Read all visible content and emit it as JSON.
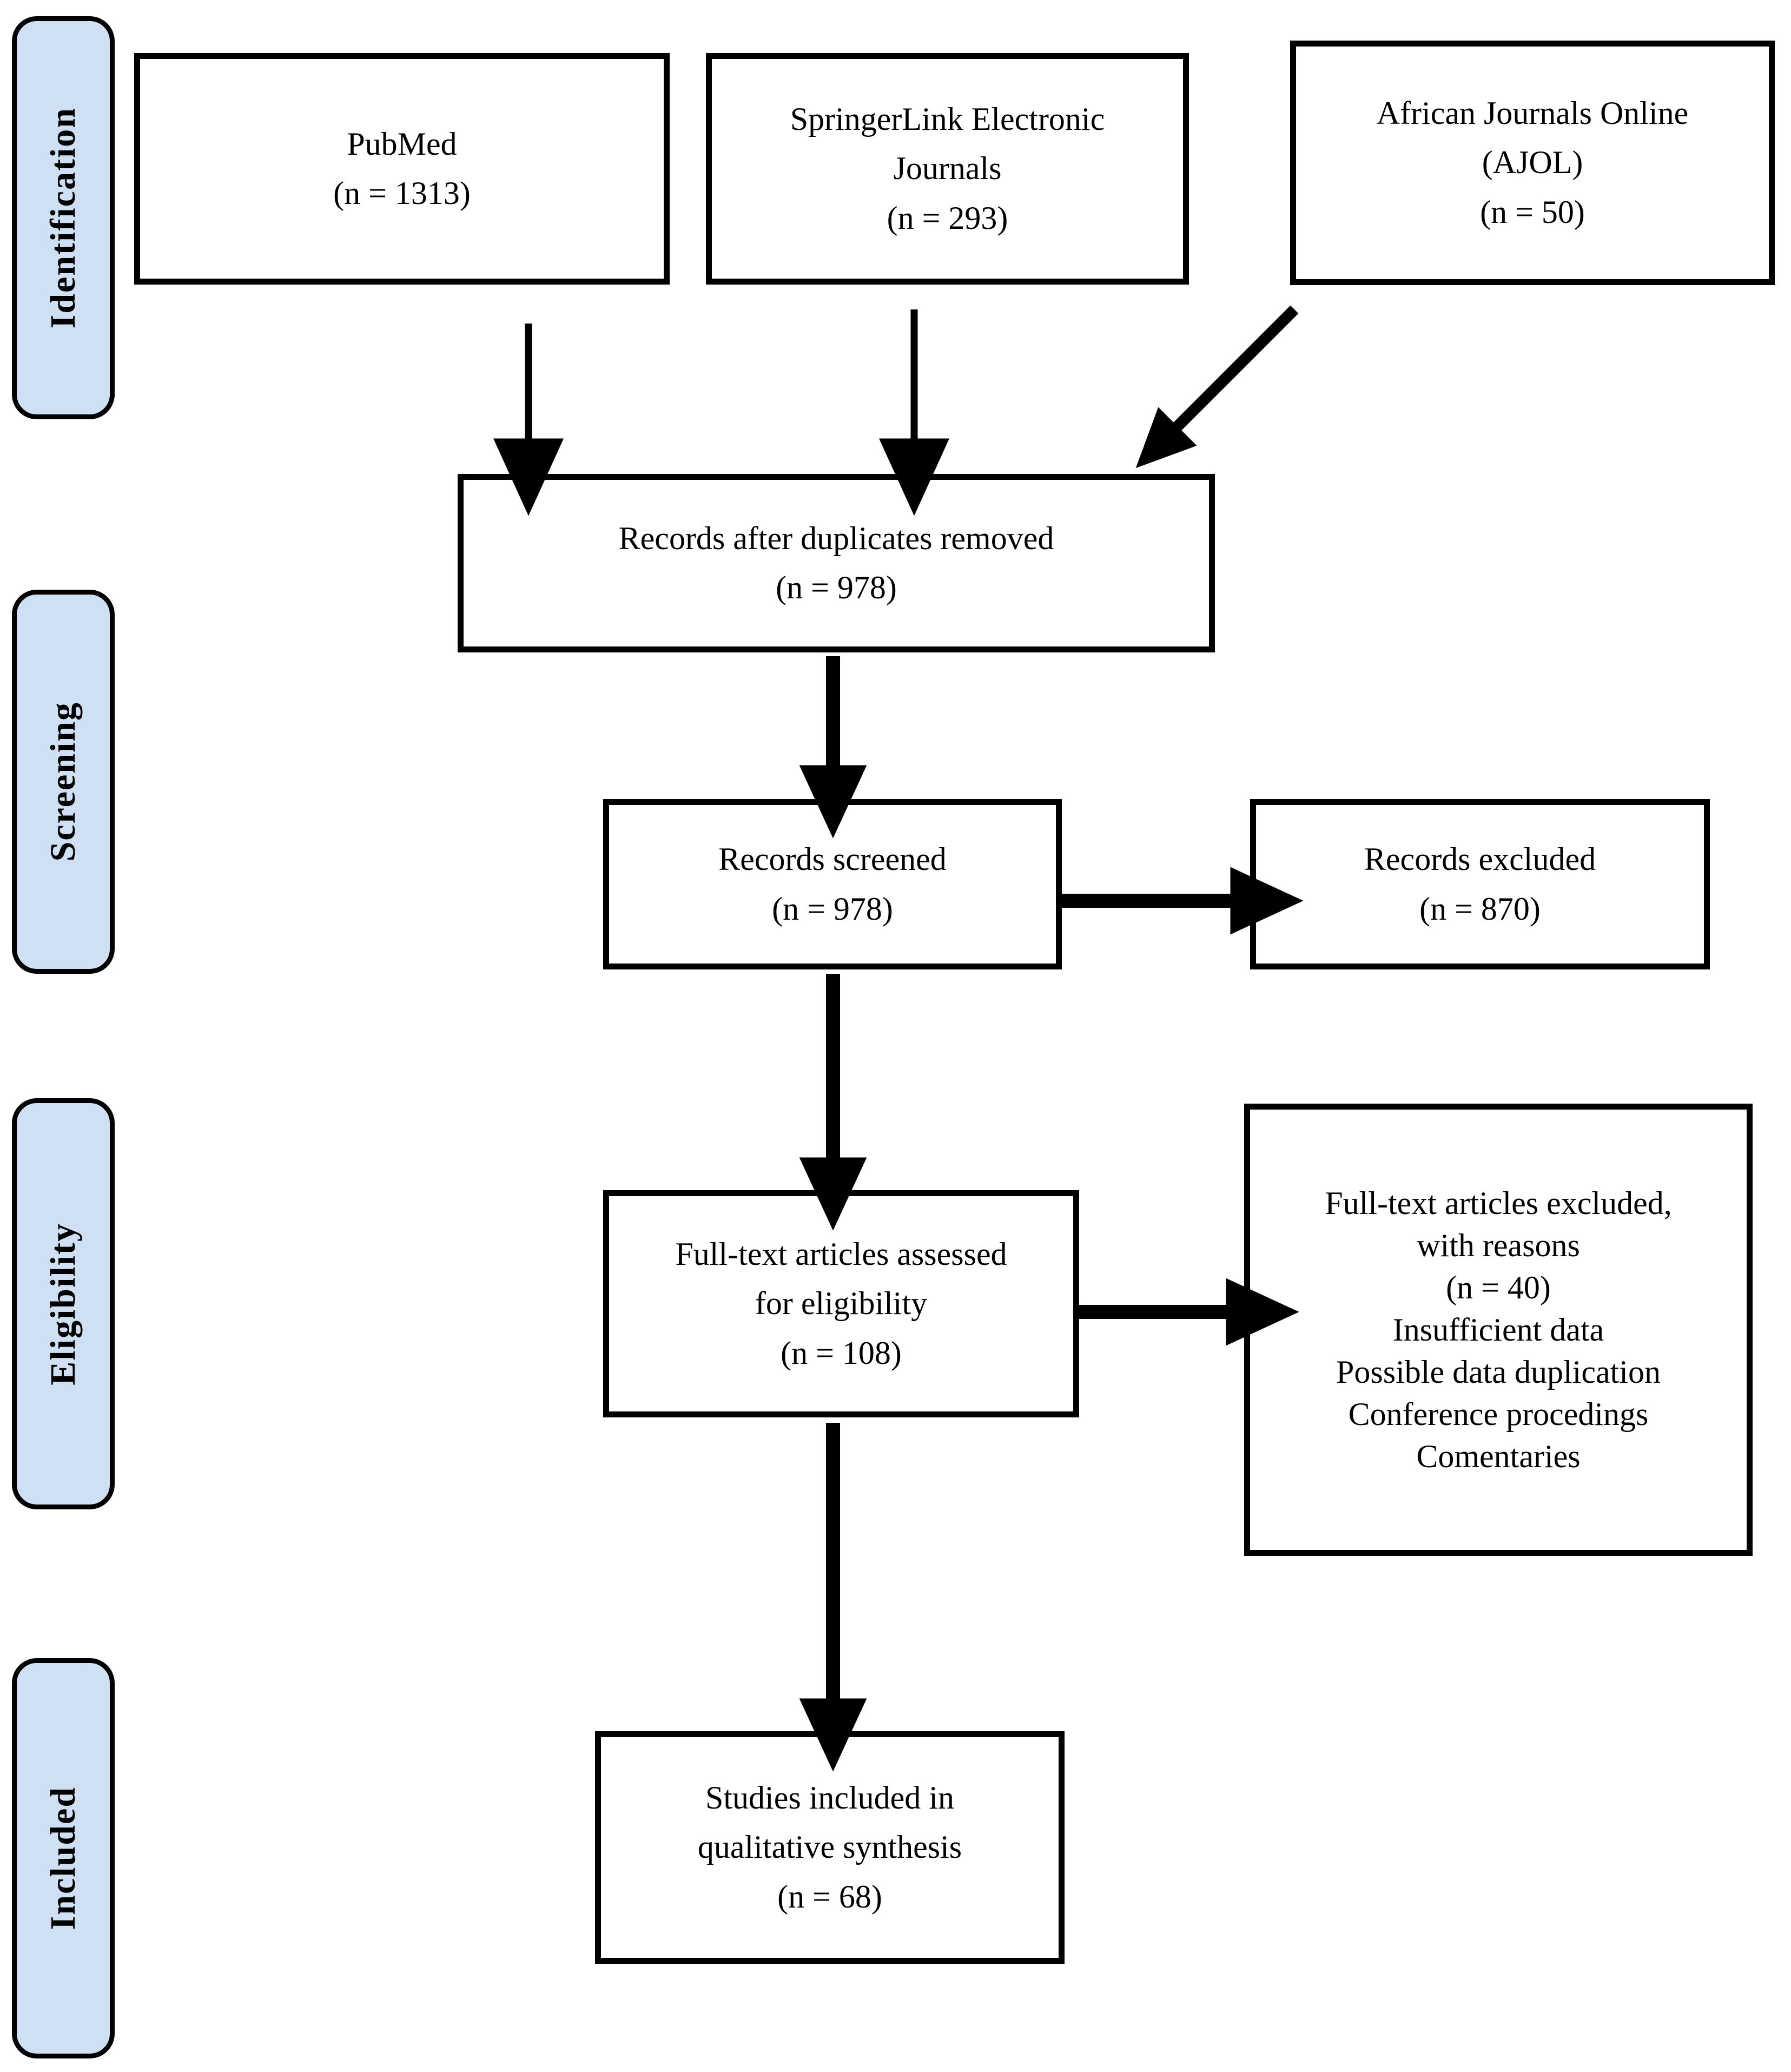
{
  "diagram": {
    "title": "PRISMA flow diagram",
    "accent_color": "#cfe0f5",
    "line_color": "#000000",
    "background_color": "#ffffff"
  },
  "stages": [
    {
      "key": "identification",
      "label": "Identification"
    },
    {
      "key": "screening",
      "label": "Screening"
    },
    {
      "key": "eligibility",
      "label": "Eligibility"
    },
    {
      "key": "included",
      "label": "Included"
    }
  ],
  "boxes": {
    "pubmed": {
      "lines": [
        "PubMed",
        "(n = 1313)"
      ],
      "count": 1313,
      "source": "PubMed"
    },
    "springerlink": {
      "lines": [
        "SpringerLink Electronic",
        "Journals",
        "(n = 293)"
      ],
      "count": 293,
      "source": "SpringerLink Electronic Journals"
    },
    "ajol": {
      "lines": [
        "African Journals Online",
        "(AJOL)",
        "(n = 50)"
      ],
      "count": 50,
      "source": "African Journals Online (AJOL)"
    },
    "duplicates_removed": {
      "lines": [
        "Records after duplicates removed",
        "(n = 978)"
      ],
      "count": 978
    },
    "records_screened": {
      "lines": [
        "Records screened",
        "(n = 978)"
      ],
      "count": 978
    },
    "records_excluded": {
      "lines": [
        "Records excluded",
        "(n = 870)"
      ],
      "count": 870
    },
    "fulltext_assessed": {
      "lines": [
        "Full-text articles assessed",
        "for eligibility",
        "(n = 108)"
      ],
      "count": 108
    },
    "fulltext_excluded": {
      "lines": [
        "Full-text articles excluded,",
        "with reasons",
        "(n = 40)",
        "Insufficient data",
        "Possible data duplication",
        "Conference procedings",
        "Comentaries"
      ],
      "count": 40,
      "reasons": [
        "Insufficient data",
        "Possible data duplication",
        "Conference procedings",
        "Comentaries"
      ]
    },
    "studies_included": {
      "lines": [
        "Studies included in",
        "qualitative synthesis",
        "(n = 68)"
      ],
      "count": 68
    }
  },
  "chart_data": {
    "type": "diagram",
    "title": "PRISMA flow diagram",
    "nodes": [
      {
        "id": "pubmed",
        "stage": "Identification",
        "label": "PubMed",
        "n": 1313
      },
      {
        "id": "springerlink",
        "stage": "Identification",
        "label": "SpringerLink Electronic Journals",
        "n": 293
      },
      {
        "id": "ajol",
        "stage": "Identification",
        "label": "African Journals Online (AJOL)",
        "n": 50
      },
      {
        "id": "duplicates_removed",
        "stage": "Identification",
        "label": "Records after duplicates removed",
        "n": 978
      },
      {
        "id": "records_screened",
        "stage": "Screening",
        "label": "Records screened",
        "n": 978
      },
      {
        "id": "records_excluded",
        "stage": "Screening",
        "label": "Records excluded",
        "n": 870
      },
      {
        "id": "fulltext_assessed",
        "stage": "Eligibility",
        "label": "Full-text articles assessed for eligibility",
        "n": 108
      },
      {
        "id": "fulltext_excluded",
        "stage": "Eligibility",
        "label": "Full-text articles excluded, with reasons",
        "n": 40
      },
      {
        "id": "studies_included",
        "stage": "Included",
        "label": "Studies included in qualitative synthesis",
        "n": 68
      }
    ],
    "edges": [
      {
        "from": "pubmed",
        "to": "duplicates_removed",
        "direction": "down"
      },
      {
        "from": "springerlink",
        "to": "duplicates_removed",
        "direction": "down"
      },
      {
        "from": "ajol",
        "to": "duplicates_removed",
        "direction": "diagonal-down-left"
      },
      {
        "from": "duplicates_removed",
        "to": "records_screened",
        "direction": "down"
      },
      {
        "from": "records_screened",
        "to": "records_excluded",
        "direction": "right"
      },
      {
        "from": "records_screened",
        "to": "fulltext_assessed",
        "direction": "down"
      },
      {
        "from": "fulltext_assessed",
        "to": "fulltext_excluded",
        "direction": "right"
      },
      {
        "from": "fulltext_assessed",
        "to": "studies_included",
        "direction": "down"
      }
    ]
  }
}
